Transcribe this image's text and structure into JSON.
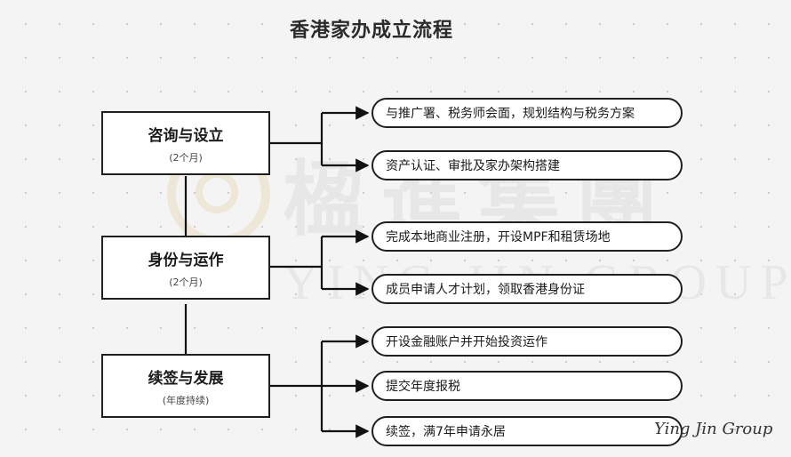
{
  "title": "香港家办成立流程",
  "watermark": {
    "chinese": "楹進集團",
    "english": "YING JIN GROUP"
  },
  "signature": "Ying Jin Group",
  "stages": [
    {
      "name": "咨询与设立",
      "duration": "(2个月)",
      "steps": [
        "与推广署、税务师会面，规划结构与税务方案",
        "资产认证、审批及家办架构搭建"
      ]
    },
    {
      "name": "身份与运作",
      "duration": "(2个月)",
      "steps": [
        "完成本地商业注册，开设MPF和租赁场地",
        "成员申请人才计划，领取香港身份证"
      ]
    },
    {
      "name": "续签与发展",
      "duration": "(年度持续)",
      "steps": [
        "开设金融账户并开始投资运作",
        "提交年度报税",
        "续签，满7年申请永居"
      ]
    }
  ]
}
